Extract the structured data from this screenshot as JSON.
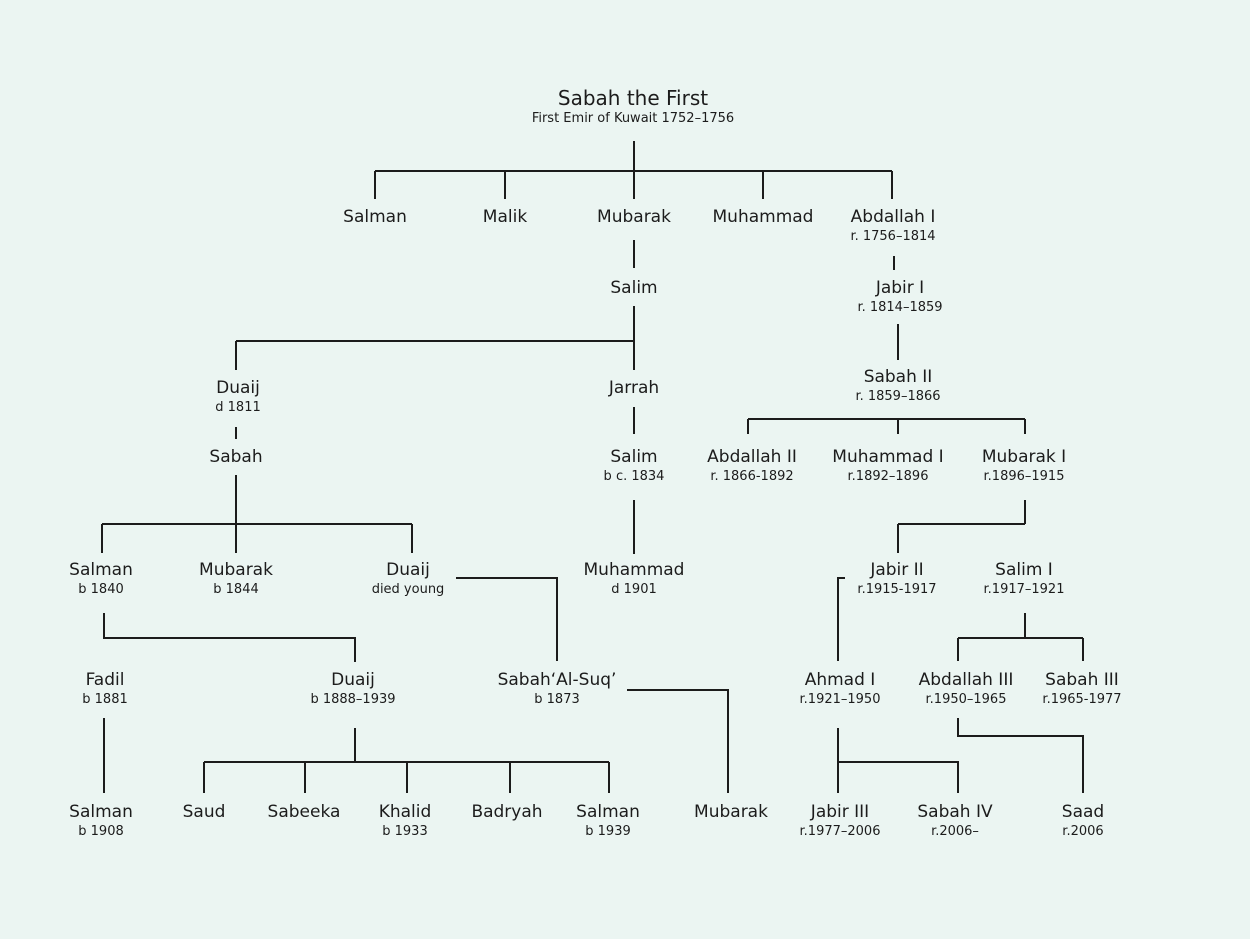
{
  "palette": {
    "background": "#ebf5f2",
    "ink": "#1c1c1c"
  },
  "root": {
    "name": "Sabah the First",
    "sub": "First Emir of Kuwait 1752–1756"
  },
  "n": {
    "salman_a": {
      "name": "Salman"
    },
    "malik": {
      "name": "Malik"
    },
    "mubarak_a": {
      "name": "Mubarak"
    },
    "muhammad_a": {
      "name": "Muhammad"
    },
    "abdallah1": {
      "name": "Abdallah I",
      "sub": "r. 1756–1814"
    },
    "salim_a": {
      "name": "Salim"
    },
    "jabir1": {
      "name": "Jabir I",
      "sub": "r. 1814–1859"
    },
    "duaij_a": {
      "name": "Duaij",
      "sub": "d 1811"
    },
    "jarrah": {
      "name": "Jarrah"
    },
    "sabah2": {
      "name": "Sabah II",
      "sub": "r. 1859–1866"
    },
    "sabah_b": {
      "name": "Sabah"
    },
    "salim_b": {
      "name": "Salim",
      "sub": "b c. 1834"
    },
    "abdallah2": {
      "name": "Abdallah II",
      "sub": "r. 1866-1892"
    },
    "muhammad1": {
      "name": "Muhammad I",
      "sub": "r.1892–1896"
    },
    "mubarak1": {
      "name": "Mubarak I",
      "sub": "r.1896–1915"
    },
    "salman_b": {
      "name": "Salman",
      "sub": "b 1840"
    },
    "mubarak_b": {
      "name": "Mubarak",
      "sub": "b 1844"
    },
    "duaij_b": {
      "name": "Duaij",
      "sub": "died young"
    },
    "muhammad_b": {
      "name": "Muhammad",
      "sub": "d 1901"
    },
    "jabir2": {
      "name": "Jabir II",
      "sub": "r.1915-1917"
    },
    "salim1": {
      "name": "Salim I",
      "sub": "r.1917–1921"
    },
    "fadil": {
      "name": "Fadil",
      "sub": "b 1881"
    },
    "duaij_c": {
      "name": "Duaij",
      "sub": "b 1888–1939"
    },
    "sabah_alsuq": {
      "name": "Sabah‘Al-Suq’",
      "sub": "b 1873"
    },
    "ahmad1": {
      "name": "Ahmad I",
      "sub": "r.1921–1950"
    },
    "abdallah3": {
      "name": "Abdallah III",
      "sub": "r.1950–1965"
    },
    "sabah3": {
      "name": "Sabah III",
      "sub": "r.1965-1977"
    },
    "salman_c": {
      "name": "Salman",
      "sub": "b 1908"
    },
    "saud": {
      "name": "Saud"
    },
    "sabeeka": {
      "name": "Sabeeka"
    },
    "khalid": {
      "name": "Khalid",
      "sub": "b 1933"
    },
    "badryah": {
      "name": "Badryah"
    },
    "salman_d": {
      "name": "Salman",
      "sub": "b 1939"
    },
    "mubarak_c": {
      "name": "Mubarak"
    },
    "jabir3": {
      "name": "Jabir III",
      "sub": "r.1977–2006"
    },
    "sabah4": {
      "name": "Sabah IV",
      "sub": "r.2006–"
    },
    "saad": {
      "name": "Saad",
      "sub": "r.2006"
    }
  }
}
